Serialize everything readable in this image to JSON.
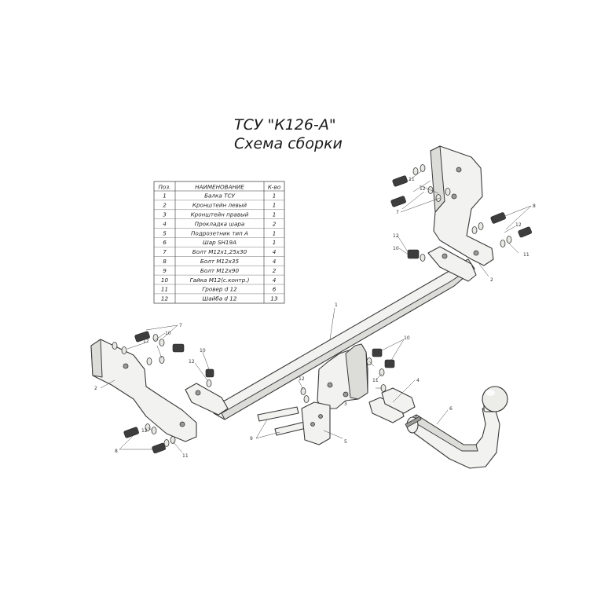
{
  "title": {
    "line1": "ТСУ \"К126-А\"",
    "line2": "Схема сборки"
  },
  "parts_table": {
    "headers": [
      "Поз.",
      "НАИМЕНОВАНИЕ",
      "К-во"
    ],
    "rows": [
      {
        "pos": "1",
        "name": "Балка ТСУ",
        "qty": "1"
      },
      {
        "pos": "2",
        "name": "Кронштейн левый",
        "qty": "1"
      },
      {
        "pos": "3",
        "name": "Кронштейн правый",
        "qty": "1"
      },
      {
        "pos": "4",
        "name": "Прокладка шара",
        "qty": "2"
      },
      {
        "pos": "5",
        "name": "Подрозетник тип А",
        "qty": "1"
      },
      {
        "pos": "6",
        "name": "Шар SH19A",
        "qty": "1"
      },
      {
        "pos": "7",
        "name": "Болт M12x1,25x30",
        "qty": "4"
      },
      {
        "pos": "8",
        "name": "Болт M12x35",
        "qty": "4"
      },
      {
        "pos": "9",
        "name": "Болт M12x90",
        "qty": "2"
      },
      {
        "pos": "10",
        "name": "Гайка M12(с.контр.)",
        "qty": "4"
      },
      {
        "pos": "11",
        "name": "Гровер d 12",
        "qty": "6"
      },
      {
        "pos": "12",
        "name": "Шайба d 12",
        "qty": "13"
      }
    ]
  },
  "callouts": {
    "c1": "1",
    "c2a": "2",
    "c2b": "2",
    "c3": "3",
    "c4": "4",
    "c5": "5",
    "c6": "6",
    "c7a": "7",
    "c7b": "7",
    "c8a": "8",
    "c8b": "8",
    "c9": "9",
    "c10a": "10",
    "c10b": "10",
    "c10c": "10",
    "c10d": "10",
    "c11a": "11",
    "c11b": "11",
    "c11c": "11",
    "c11d": "11",
    "c12a": "12",
    "c12b": "12",
    "c12c": "12",
    "c12d": "12",
    "c12e": "12",
    "c12f": "12",
    "c12g": "12"
  }
}
